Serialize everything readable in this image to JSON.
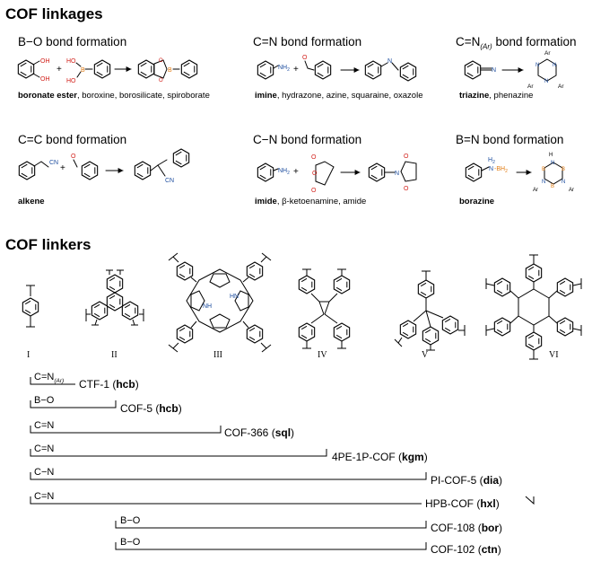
{
  "sections": {
    "linkages_title": "COF linkages",
    "linkers_title": "COF linkers"
  },
  "linkages": [
    {
      "title_pre": "B−O bond formation",
      "title_sub": "",
      "title_post": "",
      "caption_bold": "boronate ester",
      "caption_rest": ", boroxine, borosilicate, spiroborate"
    },
    {
      "title_pre": "C=N bond formation",
      "title_sub": "",
      "title_post": "",
      "caption_bold": "imine",
      "caption_rest": ", hydrazone, azine, squaraine, oxazole"
    },
    {
      "title_pre": "C=N",
      "title_sub": "(Ar)",
      "title_post": " bond formation",
      "caption_bold": "triazine",
      "caption_rest": ", phenazine"
    },
    {
      "title_pre": "C=C bond formation",
      "title_sub": "",
      "title_post": "",
      "caption_bold": "alkene",
      "caption_rest": ""
    },
    {
      "title_pre": "C−N bond formation",
      "title_sub": "",
      "title_post": "",
      "caption_bold": "imide",
      "caption_rest": ", β-ketoenamine, amide"
    },
    {
      "title_pre": "B=N bond formation",
      "title_sub": "",
      "title_post": "",
      "caption_bold": "borazine",
      "caption_rest": ""
    }
  ],
  "scheme_atoms": {
    "oh": "OH",
    "ho": "HO",
    "b": "B",
    "o": "O",
    "n": "N",
    "nh2": "NH",
    "h2": "H",
    "two": "2",
    "cn": "CN",
    "bh2": "-BH",
    "ar": "Ar",
    "nh": "NH",
    "hn": "HN",
    "plus": "+",
    "h": "H"
  },
  "linkers": [
    "I",
    "II",
    "III",
    "IV",
    "V",
    "VI"
  ],
  "cofs": [
    {
      "bond_pre": "C=N",
      "bond_sub": "(Ar)",
      "name": "CTF-1",
      "topology": "hcb"
    },
    {
      "bond_pre": "B−O",
      "bond_sub": "",
      "name": "COF-5",
      "topology": "hcb"
    },
    {
      "bond_pre": "C=N",
      "bond_sub": "",
      "name": "COF-366",
      "topology": "sql"
    },
    {
      "bond_pre": "C=N",
      "bond_sub": "",
      "name": "4PE-1P-COF",
      "topology": "kgm"
    },
    {
      "bond_pre": "C−N",
      "bond_sub": "",
      "name": "PI-COF-5",
      "topology": "dia"
    },
    {
      "bond_pre": "C=N",
      "bond_sub": "",
      "name": "HPB-COF",
      "topology": "hxl"
    },
    {
      "bond_pre": "B−O",
      "bond_sub": "",
      "name": "COF-108",
      "topology": "bor"
    },
    {
      "bond_pre": "B−O",
      "bond_sub": "",
      "name": "COF-102",
      "topology": "ctn"
    }
  ],
  "colors": {
    "nitrogen": "#1f4fa0",
    "oxygen": "#d2201a",
    "boron": "#e07a10",
    "ink": "#000000"
  }
}
